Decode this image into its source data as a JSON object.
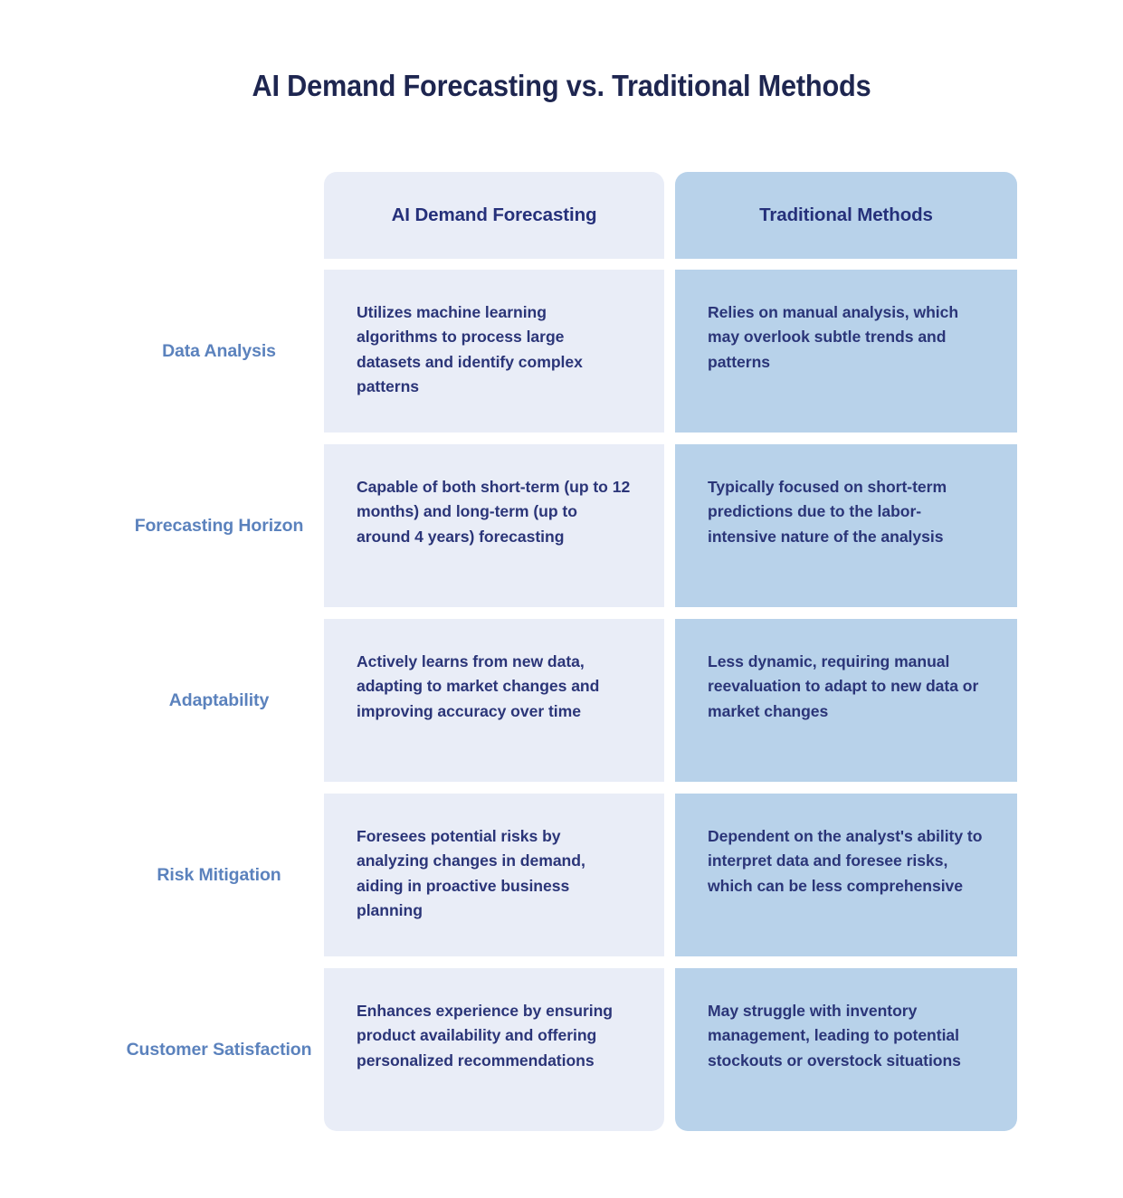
{
  "page": {
    "title": "AI Demand Forecasting vs. Traditional Methods",
    "type": "comparison-table"
  },
  "colors": {
    "background": "#ffffff",
    "title_text": "#1e2650",
    "row_label_text": "#5b82bd",
    "cell_text": "#2b3578",
    "column_a_bg": "#e9edf7",
    "column_b_bg": "#b8d2ea",
    "header_text": "#25307a"
  },
  "table": {
    "row_label_header": "",
    "columns": [
      {
        "key": "ai",
        "label": "AI Demand Forecasting"
      },
      {
        "key": "traditional",
        "label": "Traditional Methods"
      }
    ],
    "rows": [
      {
        "label": "Data Analysis",
        "ai": "Utilizes machine learning algorithms to process large datasets and identify complex patterns",
        "traditional": "Relies on manual analysis, which may overlook subtle trends and patterns"
      },
      {
        "label": "Forecasting Horizon",
        "ai": "Capable of both short-term (up to 12 months) and long-term (up to around 4 years) forecasting",
        "traditional": "Typically focused on short-term predictions due to the labor-intensive nature of the analysis"
      },
      {
        "label": "Adaptability",
        "ai": "Actively learns from new data, adapting to market changes and improving accuracy over time",
        "traditional": "Less dynamic, requiring manual reevaluation to adapt to new data or market changes"
      },
      {
        "label": "Risk Mitigation",
        "ai": "Foresees potential risks by analyzing changes in demand, aiding in proactive business planning",
        "traditional": "Dependent on the analyst's ability to interpret data and foresee risks, which can be less comprehensive"
      },
      {
        "label": "Customer Satisfaction",
        "ai": "Enhances experience by ensuring product availability and offering personalized recommendations",
        "traditional": "May struggle with inventory management, leading to potential stockouts or overstock situations"
      }
    ]
  }
}
